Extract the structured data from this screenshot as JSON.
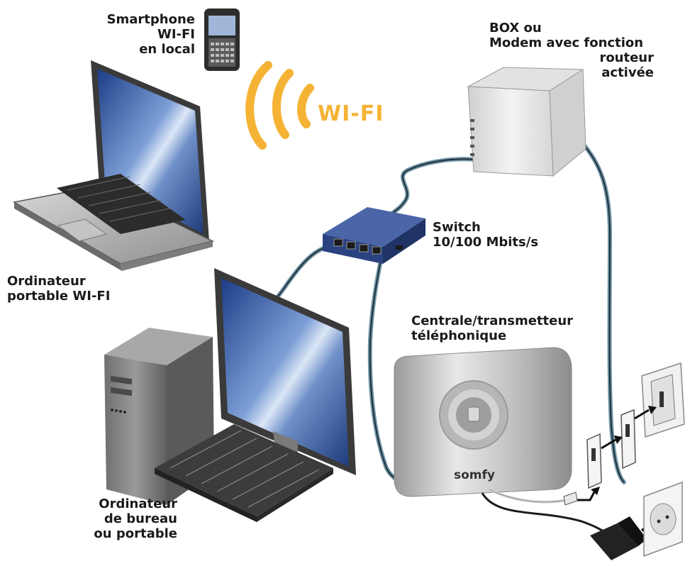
{
  "labels": {
    "smartphone": [
      "Smartphone",
      "WI-FI",
      "en local"
    ],
    "wifi": "WI-FI",
    "box": [
      "BOX ou",
      "Modem avec fonction",
      "routeur",
      "activée"
    ],
    "switch": [
      "Switch",
      "10/100 Mbits/s"
    ],
    "laptop": [
      "Ordinateur",
      "portable WI-FI"
    ],
    "central": [
      "Centrale/transmetteur",
      "téléphonique"
    ],
    "desktop": [
      "Ordinateur",
      "de bureau",
      "ou portable"
    ],
    "brand": "somfy"
  },
  "colors": {
    "wifi": "#f5b335",
    "cable": "#6f95a8",
    "switch": "#2f4a84",
    "screen": "#2b4f9a",
    "device_silver": "#c9c9c9",
    "power_cable": "#1a1a1a"
  },
  "icons": [
    "smartphone-icon",
    "laptop-icon",
    "desktop-icon",
    "switch-icon",
    "router-box-icon",
    "alarm-central-icon",
    "phone-wall-socket-icon",
    "power-outlet-icon",
    "power-adapter-icon",
    "rj11-splitter-icon"
  ]
}
